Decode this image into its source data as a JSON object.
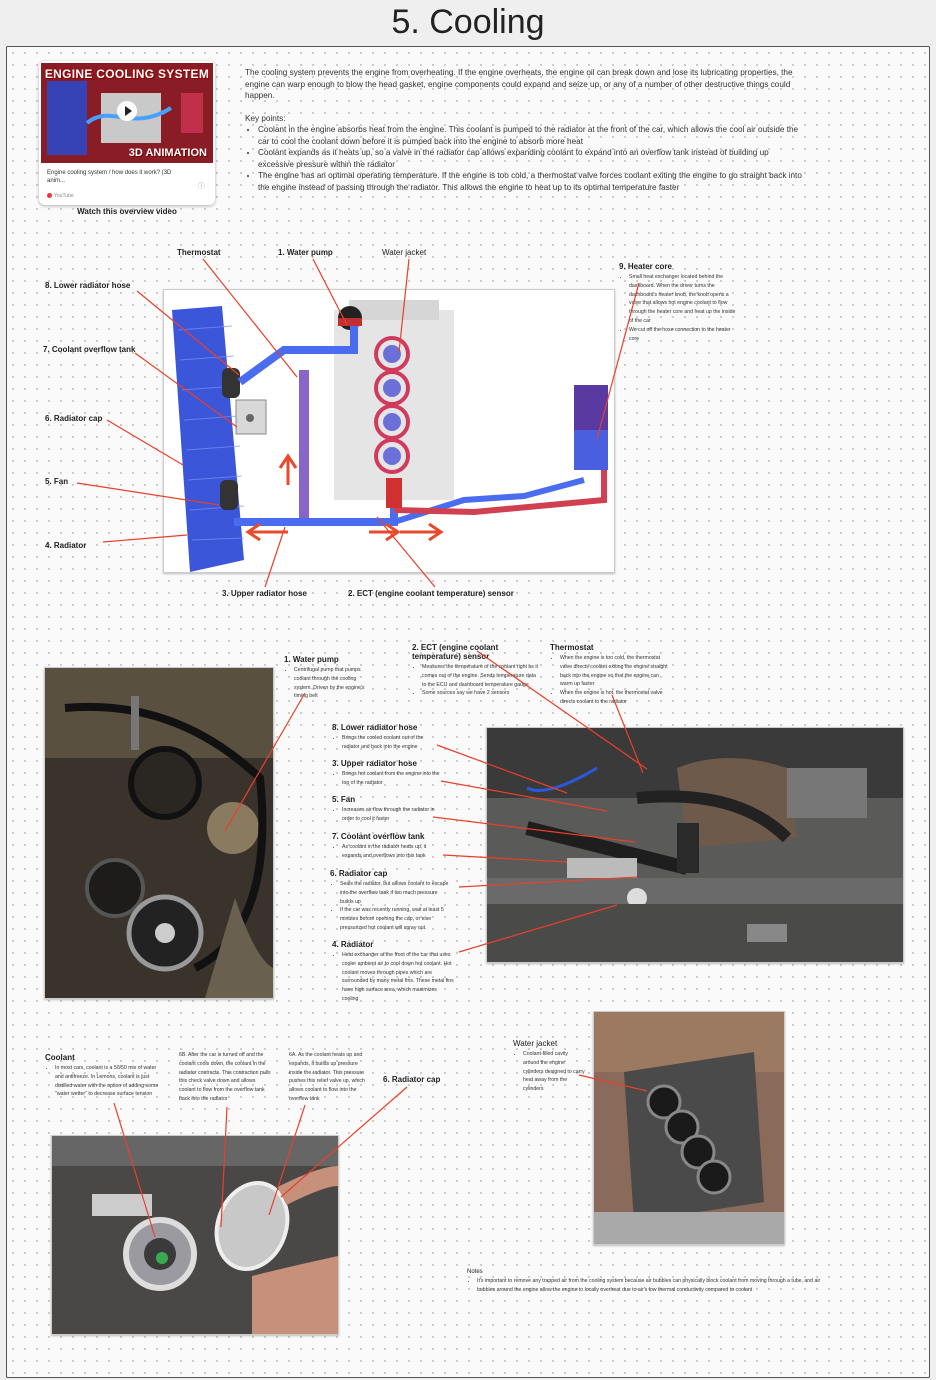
{
  "page_title": "5. Cooling",
  "video": {
    "thumb_title": "ENGINE COOLING SYSTEM",
    "thumb_sub": "3D ANIMATION",
    "title": "Engine cooling system / how does it work? (3D anim...",
    "source": "YouTube",
    "caption": "Watch this overview video"
  },
  "intro": {
    "paragraph": "The cooling system prevents the engine from overheating. If the engine overheats, the engine oil can break down and lose its lubricating properties, the engine can warp enough to blow the head gasket, engine components could expand and seize up, or any of a number of other destructive things could happen.",
    "key_points_label": "Key points:",
    "points": [
      "Coolant in the engine absorbs heat from the engine. This coolant is pumped to the radiator at the front of the car, which allows the cool air outside the car to cool the coolant down before it is pumped back into the engine to absorb more heat",
      "Coolant expands as it heats up, so a valve in the radiator cap allows expanding coolant to expand into an overflow tank instead of building up excessive pressure within the radiator",
      "The engine has an optimal operating temperature. If the engine is too cold, a thermostat valve forces coolant exiting the engine to go straight back into the engine instead of passing through the radiator. This allows the engine to heat up to its optimal temperature faster"
    ]
  },
  "diagram": {
    "labels": {
      "thermostat": "Thermostat",
      "water_pump": "1. Water pump",
      "water_jacket": "Water jacket",
      "lower_hose": "8. Lower radiator hose",
      "overflow_tank": "7. Coolant overflow tank",
      "radiator_cap": "6. Radiator cap",
      "fan": "5. Fan",
      "radiator": "4. Radiator",
      "upper_hose": "3. Upper radiator hose",
      "ect": "2. ECT (engine coolant temperature) sensor"
    },
    "heater_core": {
      "title": "9. Heater core",
      "points": [
        "Small heat exchanger located behind the dashboard. When the driver turns the dashboard's heater knob, the knob opens a valve that allows hot engine coolant to flow through the heater core and heat up the inside of the car",
        "We cut off the hose connection to the heater core"
      ]
    }
  },
  "photos": {
    "water_pump": {
      "title": "1. Water pump",
      "points": [
        "Centrifugal pump that pumps coolant through the cooling system. Driven by the engine's timing belt"
      ]
    },
    "ect": {
      "title": "2. ECT (engine coolant temperature) sensor",
      "points": [
        "Measures the temperature of the coolant right as it comes out of the engine. Sends temperature data to the ECU and dashboard temperature gauge",
        "Some sources say we have 2 sensors"
      ]
    },
    "thermostat": {
      "title": "Thermostat",
      "points": [
        "When the engine is too cold, the thermostat valve directs coolant exiting the engine straight back into the engine so that the engine can warm up faster",
        "When the engine is hot, the thermostat valve directs coolant to the radiator"
      ]
    },
    "lower_hose": {
      "title": "8. Lower radiator hose",
      "points": [
        "Brings the cooled coolant out of the radiator and back into the engine"
      ]
    },
    "upper_hose": {
      "title": "3. Upper radiator hose",
      "points": [
        "Brings hot coolant from the engine into the top of the radiator"
      ]
    },
    "fan": {
      "title": "5. Fan",
      "points": [
        "Increases air flow through the radiator in order to cool it faster"
      ]
    },
    "overflow": {
      "title": "7. Coolant overflow tank",
      "points": [
        "As coolant in the radiator heats up, it expands and overflows into this tank"
      ]
    },
    "cap": {
      "title": "6. Radiator cap",
      "points": [
        "Seals the radiator, but allows coolant to escape into the overflow tank if too much pressure builds up",
        "If the car was recently running, wait at least 5 minutes before opening the cap, or else pressurized hot coolant will spray out."
      ]
    },
    "radiator": {
      "title": "4. Radiator",
      "points": [
        "Heat exchanger at the front of the car that uses cooler ambient air to cool down hot coolant. Hot coolant moves through pipes which are surrounded by many metal fins. These metal fins have high surface area, which maximizes cooling"
      ]
    },
    "coolant": {
      "title": "Coolant",
      "points": [
        "In most cars, coolant is a 50/50 mix of water and antifreeze. In Lemons, coolant is just distilled water with the option of adding some \"water wetter\" to decrease surface tension"
      ]
    },
    "cap_6b": "6B. After the car is turned off and the coolant cools down, the coolant in the radiator contracts. This contraction pulls this check valve down and allows coolant to flow from the overflow tank back into the radiator",
    "cap_6a": "6A. As the coolant heats up and expands, it builds up pressure inside the radiator. This pressure pushes this relief valve up, which allows coolant to flow into the overflow tank",
    "cap_title": "6. Radiator cap",
    "water_jacket": {
      "title": "Water jacket",
      "points": [
        "Coolant-filled cavity around the engine cylinders designed to carry heat away from the cylinders"
      ]
    },
    "notes": {
      "title": "Notes",
      "points": [
        "It's important to remove any trapped air from the cooling system because air bubbles can physically block coolant from moving through a tube, and air bubbles around the engine allow the engine to locally overheat due to air's low thermal conductivity compared to coolant"
      ]
    }
  },
  "colors": {
    "annotation_line": "#e8402a",
    "coolant_cold": "#3a4fd8",
    "coolant_hot": "#d8343a"
  }
}
